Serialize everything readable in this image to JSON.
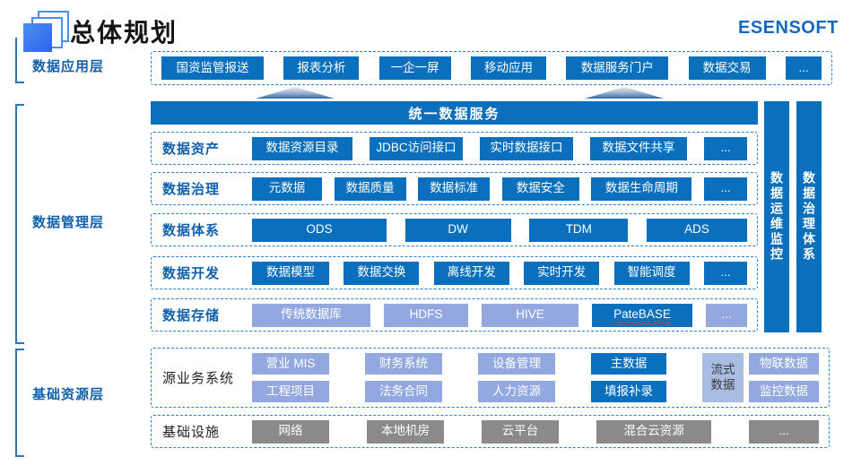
{
  "header": {
    "title": "总体规划",
    "brand": "ESENSOFT"
  },
  "colors": {
    "primary_blue": "#0a6fbc",
    "light_periwinkle": "#92a8de",
    "stream_blue": "#a9bde2",
    "infra_gray": "#8a8a8a",
    "label_blue": "#1060ac",
    "dash_border": "#2e7fd0"
  },
  "app_layer": {
    "label": "数据应用层",
    "items": [
      "国资监管报送",
      "报表分析",
      "一企一屏",
      "移动应用",
      "数据服务门户",
      "数据交易",
      "..."
    ]
  },
  "mgmt_layer": {
    "label": "数据管理层",
    "banner": "统一数据服务",
    "rows": [
      {
        "label": "数据资产",
        "items": [
          "数据资源目录",
          "JDBC访问接口",
          "实时数据接口",
          "数据文件共享",
          "..."
        ]
      },
      {
        "label": "数据治理",
        "items": [
          "元数据",
          "数据质量",
          "数据标准",
          "数据安全",
          "数据生命周期",
          "..."
        ]
      },
      {
        "label": "数据体系",
        "items": [
          "ODS",
          "DW",
          "TDM",
          "ADS"
        ]
      },
      {
        "label": "数据开发",
        "items": [
          "数据模型",
          "数据交换",
          "离线开发",
          "实时开发",
          "智能调度",
          "..."
        ]
      },
      {
        "label": "数据存储",
        "items": [
          "传统数据库",
          "HDFS",
          "HIVE",
          "PateBASE",
          "..."
        ]
      }
    ],
    "sidebars": [
      "数据运维监控",
      "数据治理体系"
    ]
  },
  "base_layer": {
    "label": "基础资源层",
    "source_systems": {
      "label": "源业务系统",
      "row1": [
        "营业 MIS",
        "财务系统",
        "设备管理",
        "主数据"
      ],
      "row2": [
        "工程项目",
        "法务合同",
        "人力资源",
        "填报补录"
      ],
      "stream": "流式数据",
      "right1": "物联数据",
      "right2": "监控数据"
    },
    "infrastructure": {
      "label": "基础设施",
      "items": [
        "网络",
        "本地机房",
        "云平台",
        "混合云资源",
        "..."
      ]
    }
  }
}
